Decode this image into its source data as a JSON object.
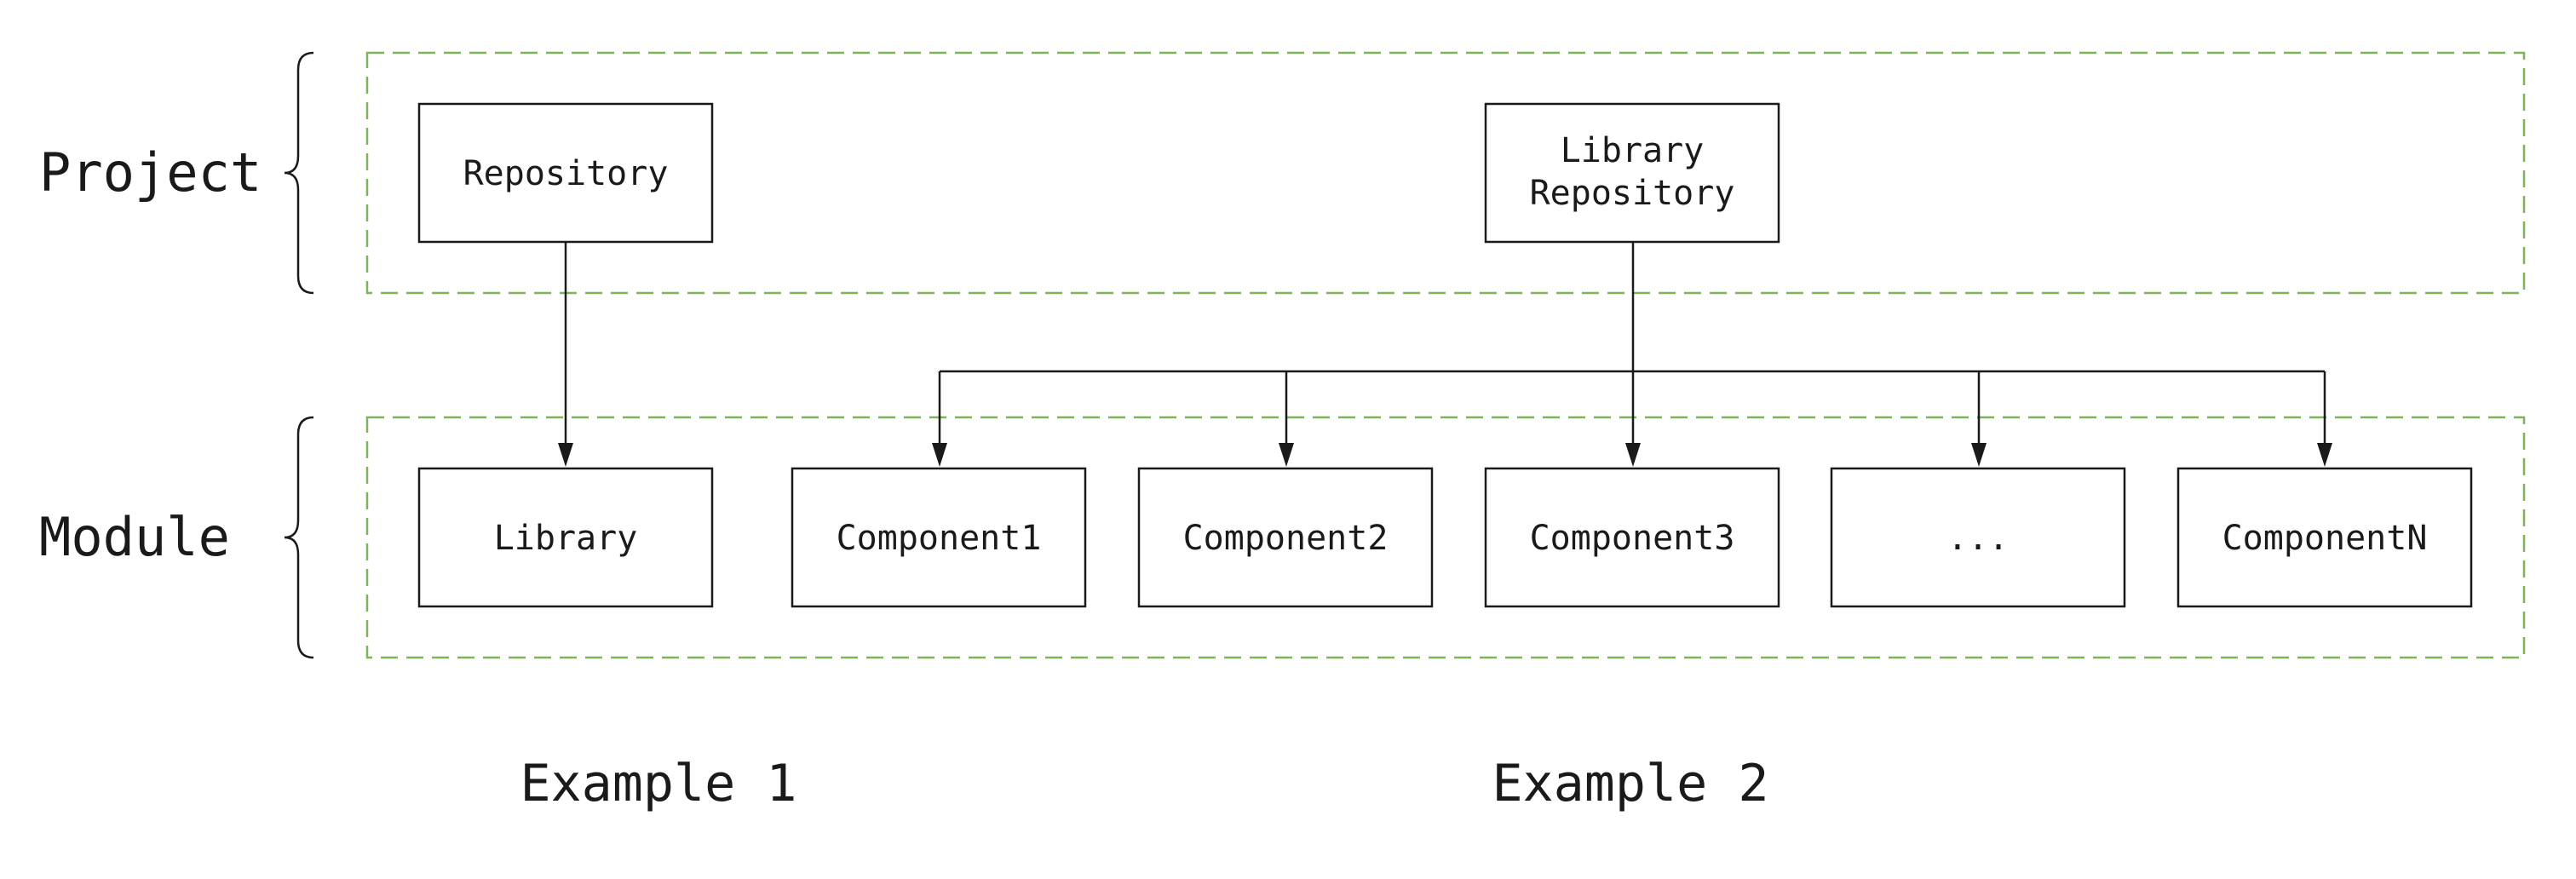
{
  "colors": {
    "region_border": "#7cb35b",
    "box_border": "#1a1a1a",
    "text": "#1a1a1a",
    "background": "#ffffff"
  },
  "rows": {
    "project": "Project",
    "module": "Module"
  },
  "nodes": {
    "repository": "Repository",
    "library_repository_line1": "Library",
    "library_repository_line2": "Repository",
    "library": "Library",
    "component1": "Component1",
    "component2": "Component2",
    "component3": "Component3",
    "ellipsis": "...",
    "componentN": "ComponentN"
  },
  "edges": [
    {
      "from": "Repository",
      "to": "Library"
    },
    {
      "from": "Library Repository",
      "to": "Component1"
    },
    {
      "from": "Library Repository",
      "to": "Component2"
    },
    {
      "from": "Library Repository",
      "to": "Component3"
    },
    {
      "from": "Library Repository",
      "to": "..."
    },
    {
      "from": "Library Repository",
      "to": "ComponentN"
    }
  ],
  "captions": {
    "example1": "Example 1",
    "example2": "Example 2"
  }
}
